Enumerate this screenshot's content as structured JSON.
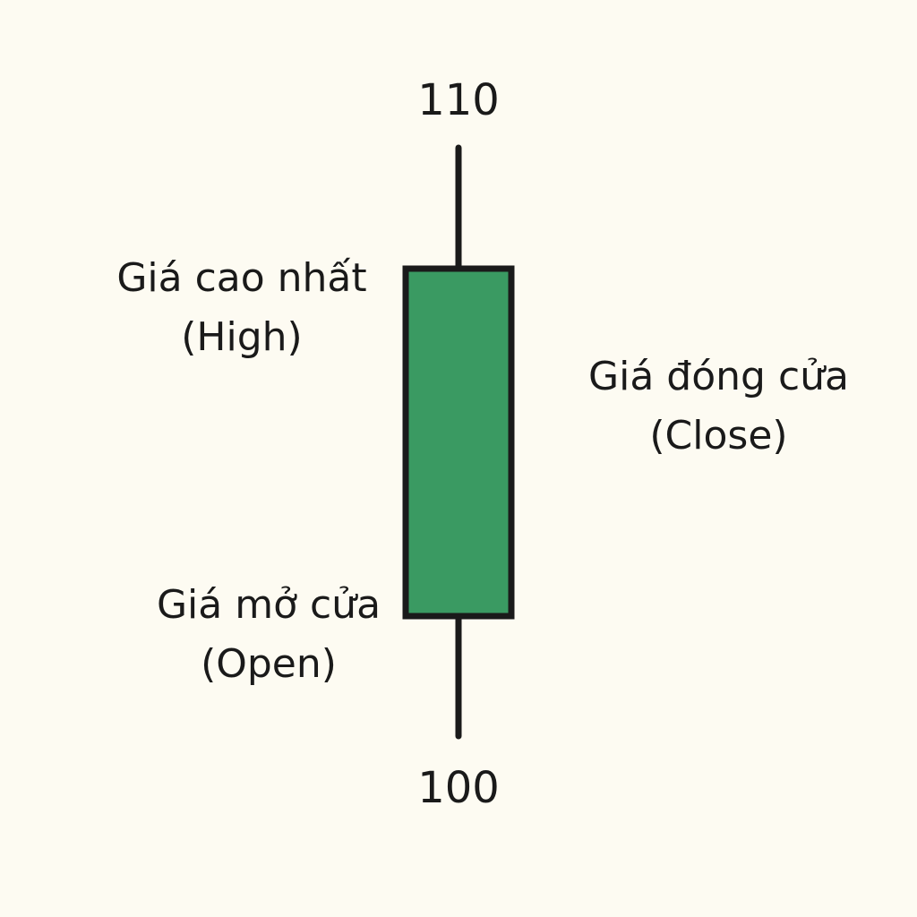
{
  "candle": {
    "top_price": "110",
    "bottom_price": "100",
    "body_color": "#3a9a62",
    "outline_color": "#1a1a1a",
    "background_color": "#fdfbf2"
  },
  "labels": {
    "high": {
      "line1": "Giá cao nhất",
      "line2": "(High)"
    },
    "close": {
      "line1": "Giá đóng cửa",
      "line2": "(Close)"
    },
    "open": {
      "line1": "Giá mở cửa",
      "line2": "(Open)"
    }
  }
}
